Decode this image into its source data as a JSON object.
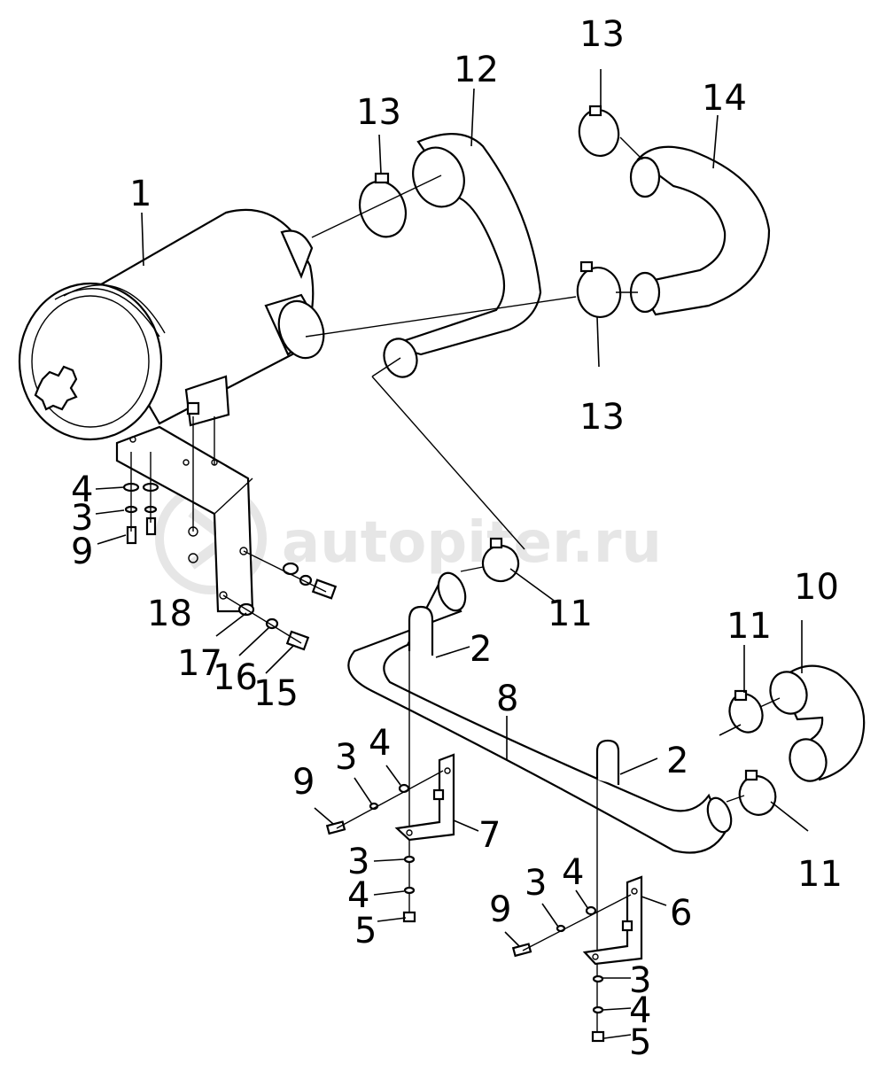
{
  "diagram": {
    "watermark": "autopiter.ru",
    "colors": {
      "line": "#000000",
      "background": "#ffffff",
      "watermark": "#e6e6e6"
    },
    "callouts": [
      {
        "id": "c1",
        "text": "1"
      },
      {
        "id": "c12",
        "text": "12"
      },
      {
        "id": "c13a",
        "text": "13"
      },
      {
        "id": "c13b",
        "text": "13"
      },
      {
        "id": "c13c",
        "text": "13"
      },
      {
        "id": "c14",
        "text": "14"
      },
      {
        "id": "c4a",
        "text": "4"
      },
      {
        "id": "c3a",
        "text": "3"
      },
      {
        "id": "c9a",
        "text": "9"
      },
      {
        "id": "c18",
        "text": "18"
      },
      {
        "id": "c17",
        "text": "17"
      },
      {
        "id": "c16",
        "text": "16"
      },
      {
        "id": "c15",
        "text": "15"
      },
      {
        "id": "c11a",
        "text": "11"
      },
      {
        "id": "c11b",
        "text": "11"
      },
      {
        "id": "c11c",
        "text": "11"
      },
      {
        "id": "c10",
        "text": "10"
      },
      {
        "id": "c2a",
        "text": "2"
      },
      {
        "id": "c2b",
        "text": "2"
      },
      {
        "id": "c8",
        "text": "8"
      },
      {
        "id": "c9b",
        "text": "9"
      },
      {
        "id": "c3b",
        "text": "3"
      },
      {
        "id": "c4b",
        "text": "4"
      },
      {
        "id": "c7",
        "text": "7"
      },
      {
        "id": "c3c",
        "text": "3"
      },
      {
        "id": "c4c",
        "text": "4"
      },
      {
        "id": "c5a",
        "text": "5"
      },
      {
        "id": "c9c",
        "text": "9"
      },
      {
        "id": "c3d",
        "text": "3"
      },
      {
        "id": "c4d",
        "text": "4"
      },
      {
        "id": "c6",
        "text": "6"
      },
      {
        "id": "c3e",
        "text": "3"
      },
      {
        "id": "c4e",
        "text": "4"
      },
      {
        "id": "c5b",
        "text": "5"
      }
    ]
  }
}
